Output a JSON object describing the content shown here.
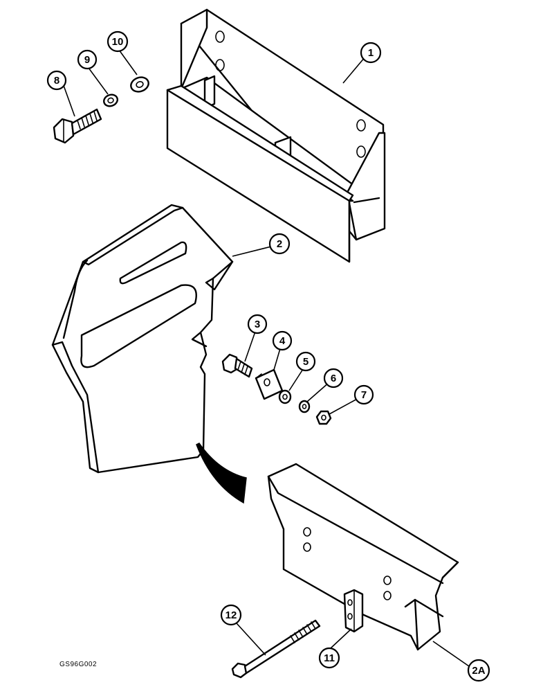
{
  "figure_code": "GS96G002",
  "callouts": [
    {
      "id": "1",
      "label": "1"
    },
    {
      "id": "2",
      "label": "2"
    },
    {
      "id": "2A",
      "label": "2A"
    },
    {
      "id": "3",
      "label": "3"
    },
    {
      "id": "4",
      "label": "4"
    },
    {
      "id": "5",
      "label": "5"
    },
    {
      "id": "6",
      "label": "6"
    },
    {
      "id": "7",
      "label": "7"
    },
    {
      "id": "8",
      "label": "8"
    },
    {
      "id": "9",
      "label": "9"
    },
    {
      "id": "10",
      "label": "10"
    },
    {
      "id": "11",
      "label": "11"
    },
    {
      "id": "12",
      "label": "12"
    }
  ]
}
